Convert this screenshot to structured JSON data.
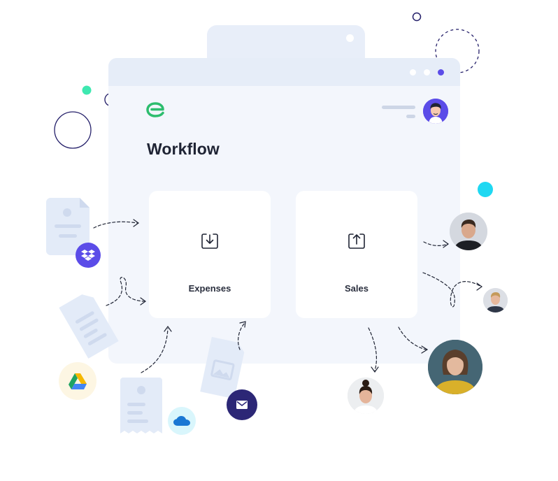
{
  "app": {
    "page_title": "Workflow"
  },
  "cards": [
    {
      "label": "Expenses",
      "icon": "download-tray-icon"
    },
    {
      "label": "Sales",
      "icon": "upload-tray-icon"
    }
  ],
  "integrations": [
    "dropbox-icon",
    "google-drive-icon",
    "onedrive-icon",
    "mail-icon"
  ],
  "colors": {
    "brand_green": "#2dbd6e",
    "accent_purple": "#5b4ce8",
    "window_bg": "#f3f6fc",
    "titlebar_bg": "#e6edf8",
    "doc_blue": "#e3ebf8",
    "mint_dot": "#3ee8b0",
    "cyan_dot": "#1fd8f2",
    "navy_outline": "#25206a"
  }
}
